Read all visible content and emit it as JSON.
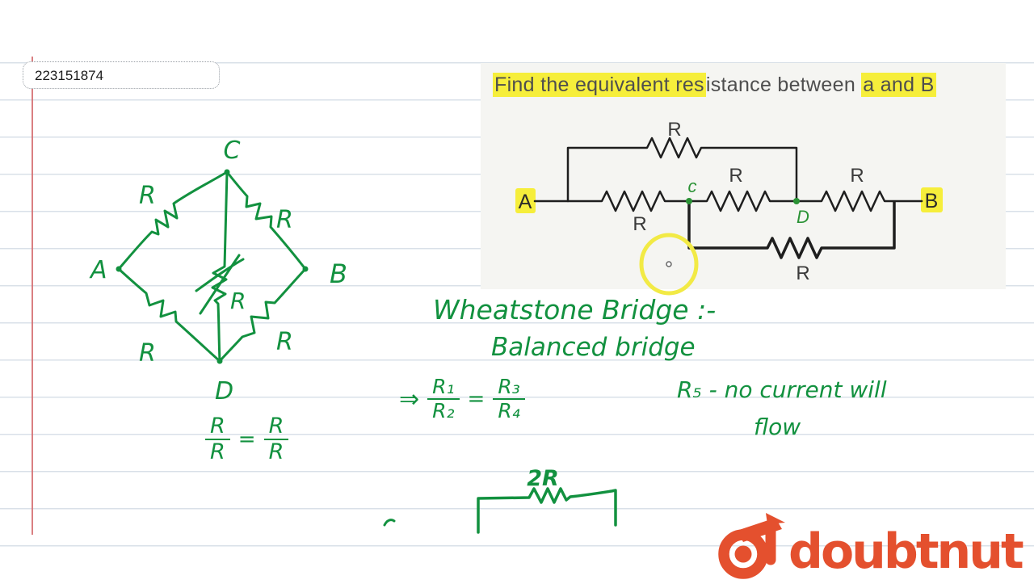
{
  "page": {
    "id": "223151874"
  },
  "question": {
    "title": {
      "hl1": "Find the equivalent res",
      "mid": "istance between ",
      "hl2": "a and B"
    },
    "circuit": {
      "r_label": "R",
      "a": "A",
      "b": "B",
      "c": "c",
      "d": "D"
    }
  },
  "bridge": {
    "a": "A",
    "b": "B",
    "c": "C",
    "d": "D",
    "r_label": "R"
  },
  "notes": {
    "heading": "Wheatstone Bridge :-",
    "subheading": "Balanced bridge",
    "arrow": "⇒",
    "r1": "R₁",
    "r2": "R₂",
    "r3": "R₃",
    "r4": "R₄",
    "equals": "=",
    "r5_line1": "R₅ -  no current will",
    "r5_line2": "flow",
    "plain_r": "R",
    "two_r": "2R"
  },
  "logo": {
    "wordmark": "doubtnut"
  },
  "colors": {
    "ink_green": "#12913f",
    "brand_orange": "#e4502e",
    "highlight_yellow": "#f6ee3b",
    "margin_red": "#d4696b"
  }
}
